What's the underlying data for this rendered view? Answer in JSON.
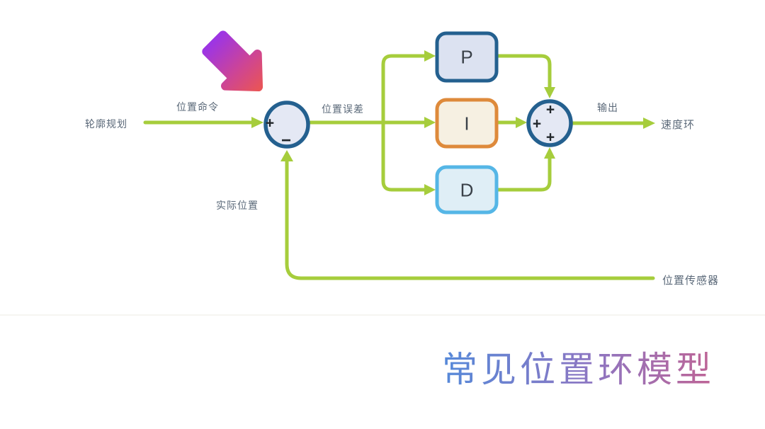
{
  "diagram": {
    "source_label": "轮廓规划",
    "position_command_label": "位置命令",
    "position_error_label": "位置误差",
    "actual_position_label": "实际位置",
    "output_label": "输出",
    "velocity_loop_label": "速度环",
    "position_sensor_label": "位置传感器",
    "blocks": [
      {
        "id": "P",
        "label": "P"
      },
      {
        "id": "I",
        "label": "I"
      },
      {
        "id": "D",
        "label": "D"
      }
    ],
    "sum1": {
      "left_sign": "+",
      "bottom_sign": "−"
    },
    "sum2": {
      "top_sign": "+",
      "left_sign": "+",
      "bottom_sign": "+"
    }
  },
  "title": {
    "text": "常见位置环模型"
  },
  "colors": {
    "connector_green": "#a6cd3c",
    "junction_border": "#24608f",
    "junction_fill": "#e4e8f4",
    "block_p_border": "#24608f",
    "block_p_fill": "#dce2f1",
    "block_i_border": "#de8a3b",
    "block_i_fill": "#f6f0e2",
    "block_d_border": "#55b6e6",
    "block_d_fill": "#dfeef6",
    "label_gray": "#5a6878",
    "highlight_arrow_gradient": [
      "#9d35e3",
      "#cc4497",
      "#e85458"
    ],
    "title_gradient": [
      "#5589d9",
      "#8d76c2",
      "#bf6495"
    ]
  }
}
